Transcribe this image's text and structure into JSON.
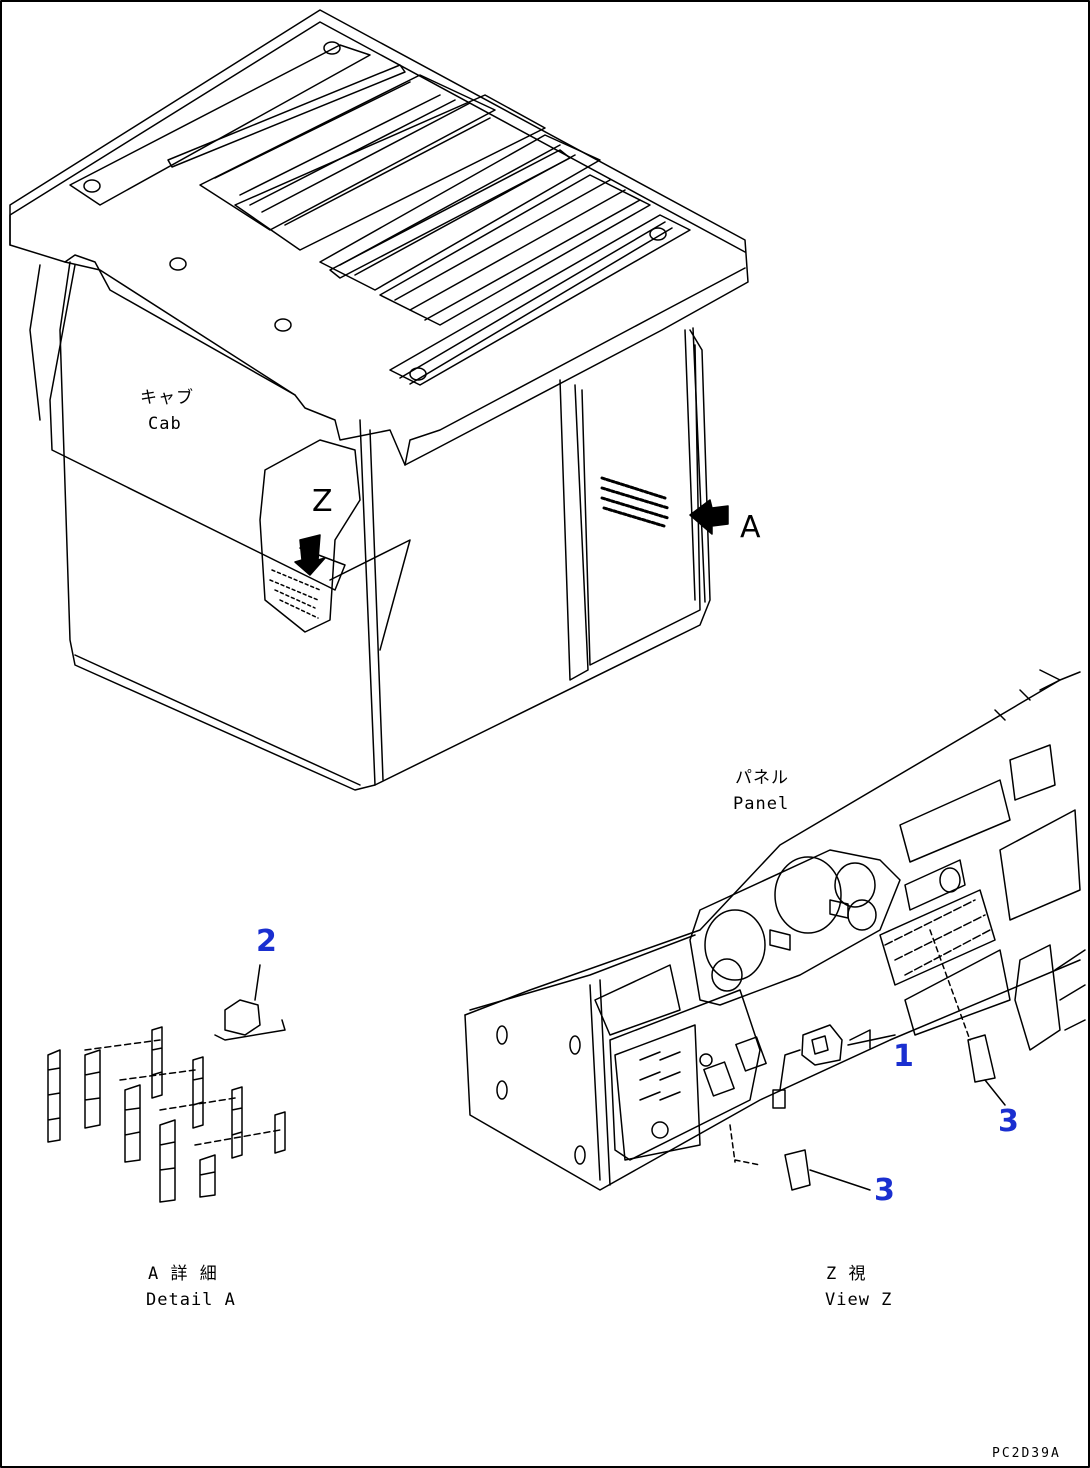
{
  "labels": {
    "cab_jp": "キャブ",
    "cab_en": "Cab",
    "panel_jp": "パネル",
    "panel_en": "Panel",
    "detail_jp": "A 詳 細",
    "detail_en": "Detail A",
    "view_jp": "Z 視",
    "view_en": "View Z",
    "view_marker": "Z",
    "detail_marker": "A"
  },
  "callouts": [
    "2",
    "1",
    "3",
    "3"
  ],
  "drawing_code": "PC2D39A",
  "colors": {
    "line": "#000000",
    "callout": "#1a2fd0",
    "background": "#ffffff"
  }
}
